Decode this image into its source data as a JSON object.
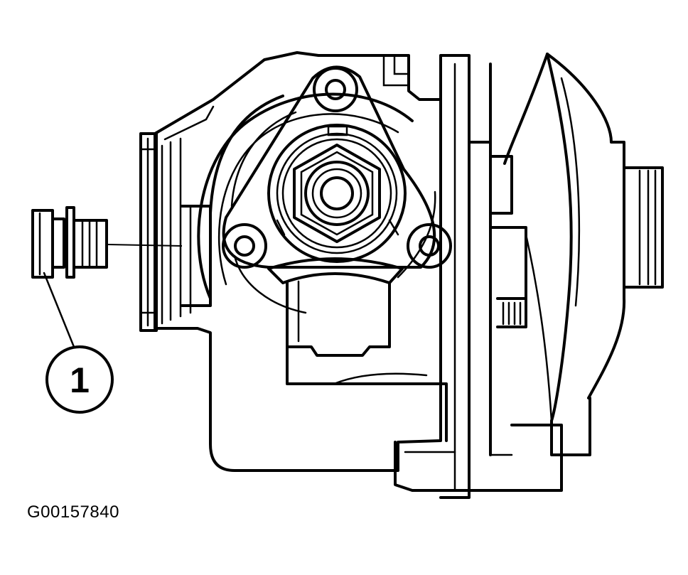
{
  "diagram": {
    "callouts": [
      {
        "id": "1",
        "label": "1"
      }
    ],
    "figure_id": "G00157840",
    "colors": {
      "ink": "#000000",
      "paper": "#ffffff"
    }
  }
}
